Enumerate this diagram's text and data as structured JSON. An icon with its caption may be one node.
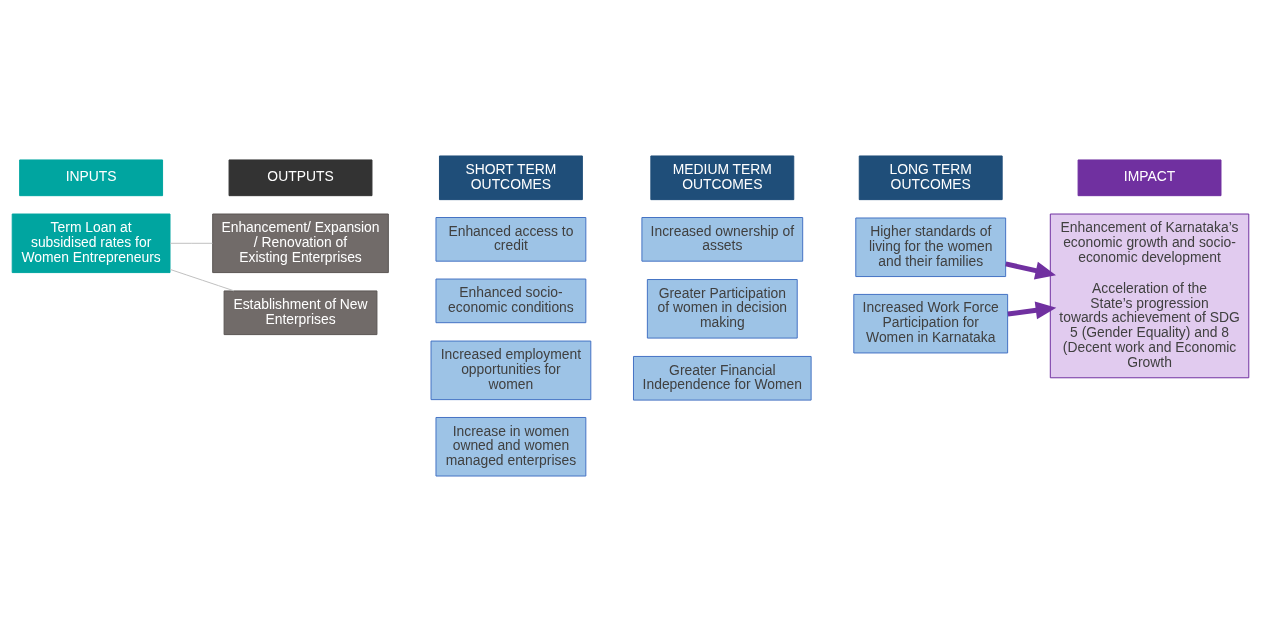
{
  "diagram": {
    "nodes": [
      {
        "text": [
          "INPUTS"
        ]
      },
      {
        "text": [
          "OUTPUTS"
        ]
      },
      {
        "text": [
          "SHORT TERM OUTCOMES"
        ]
      },
      {
        "text": [
          "MEDIUM TERM OUTCOMES"
        ]
      },
      {
        "text": [
          "LONG TERM OUTCOMES"
        ]
      },
      {
        "text": [
          "IMPACT"
        ]
      },
      {
        "text": [
          "Term Loan at subsidised rates for Women Entrepreneurs"
        ]
      },
      {
        "text": [
          "Enhancement/ Expansion / Renovation of Existing Enterprises"
        ]
      },
      {
        "text": [
          "Establishment of New Enterprises"
        ]
      },
      {
        "text": [
          "Enhanced access to credit"
        ]
      },
      {
        "text": [
          "Enhanced socio-economic conditions"
        ]
      },
      {
        "text": [
          "Increased employment opportunities for women"
        ]
      },
      {
        "text": [
          "Increase in women owned and women managed enterprises"
        ]
      },
      {
        "text": [
          "Increased ownership of assets"
        ]
      },
      {
        "text": [
          "Greater Participation of women in decision making"
        ]
      },
      {
        "text": [
          "Greater Financial Independence for Women"
        ]
      },
      {
        "text": [
          "Higher standards of living for the women and their families"
        ]
      },
      {
        "text": [
          "Increased Work Force Participation for  Women in Karnataka"
        ]
      },
      {
        "text": [
          "Enhancement of Karnataka’s economic growth and socio-economic development",
          "Acceleration of the State’s progression towards achievement of SDG 5 (Gender Equality) and 8 (Decent work and Economic Growth"
        ]
      }
    ],
    "edges": [
      {
        "from": 6,
        "to": 7,
        "arrow": "none"
      },
      {
        "from": 6,
        "to": 8,
        "arrow": "none"
      },
      {
        "from": 16,
        "to": 18,
        "arrow": "to",
        "style": "thick",
        "color": "#7030a0"
      },
      {
        "from": 17,
        "to": 18,
        "arrow": "to",
        "style": "thick",
        "color": "#7030a0"
      }
    ]
  }
}
